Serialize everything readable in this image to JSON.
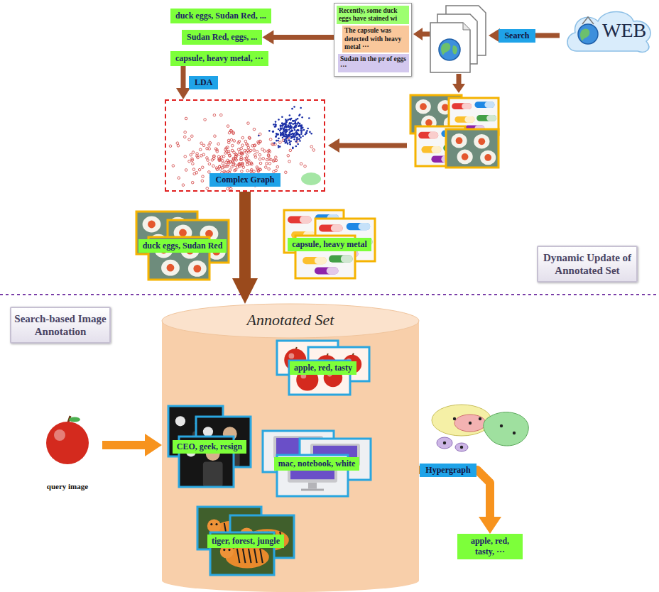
{
  "diagram": {
    "nodes": [
      {
        "text": [
          "WEB"
        ]
      },
      {
        "text": [
          "Recently, some duck eggs have stained wi",
          "The capsule was detected with heavy metal ···",
          "Sudan in the pr of eggs ···"
        ]
      },
      {
        "text": [
          "duck eggs, Sudan Red, ..."
        ]
      },
      {
        "text": [
          "Sudan Red, eggs, ..."
        ]
      },
      {
        "text": [
          "capsule, heavy metal, ···"
        ]
      },
      {
        "text": [
          "Complex Graph"
        ]
      },
      {
        "text": [
          "duck eggs, Sudan Red"
        ]
      },
      {
        "text": [
          "capsule, heavy metal"
        ]
      },
      {
        "text": [
          "Dynamic Update of Annotated Set"
        ]
      },
      {
        "text": [
          "Search-based Image Annotation"
        ]
      },
      {
        "text": [
          "query image"
        ]
      },
      {
        "text": [
          "Annotated Set"
        ]
      },
      {
        "text": [
          "CEO, geek, resign"
        ],
        "in": 11
      },
      {
        "text": [
          "apple, red, tasty"
        ],
        "in": 11
      },
      {
        "text": [
          "mac, notebook, white"
        ],
        "in": 11
      },
      {
        "text": [
          "tiger, forest, jungle"
        ],
        "in": 11
      },
      {
        "text": [
          "apple, red, tasty, ···"
        ]
      }
    ],
    "edges": [
      {
        "from": 1,
        "to": 3,
        "arrow": "to"
      },
      {
        "from": 4,
        "to": 5,
        "label": "LDA",
        "arrow": "to"
      },
      {
        "from": 5,
        "to": 11,
        "arrow": "to"
      },
      {
        "from": 10,
        "to": 11,
        "arrow": "to"
      },
      {
        "from": 11,
        "to": 16,
        "label": "Hypergraph",
        "arrow": "to"
      }
    ],
    "labels": [
      "Search"
    ]
  }
}
